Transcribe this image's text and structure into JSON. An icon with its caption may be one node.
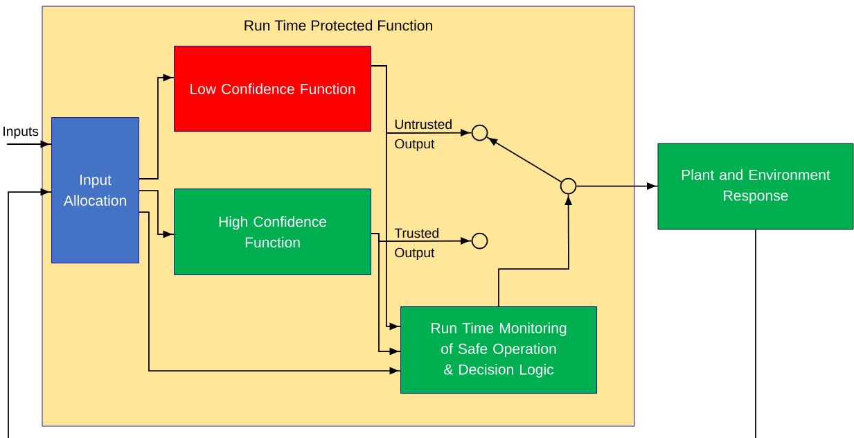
{
  "diagram": {
    "nodes": [
      {
        "text": [
          "Run Time Protected Function"
        ]
      },
      {
        "text": [
          "Input Allocation"
        ],
        "in": 0
      },
      {
        "text": [
          "Low Confidence Function"
        ],
        "in": 0
      },
      {
        "text": [
          "High Confidence Function"
        ],
        "in": 0
      },
      {
        "text": [
          "Run Time Monitoring of Safe Operation & Decision Logic"
        ],
        "in": 0
      },
      {
        "text": [],
        "shape": "circle",
        "in": 0
      },
      {
        "text": [],
        "shape": "circle",
        "in": 0
      },
      {
        "text": [],
        "shape": "circle",
        "in": 0
      },
      {
        "text": [
          "Plant and Environment Response"
        ]
      }
    ],
    "edges": [
      {
        "from": null,
        "to": 1,
        "arrow": "to",
        "label": "Inputs"
      },
      {
        "from": 1,
        "to": 2,
        "arrow": "to"
      },
      {
        "from": 1,
        "to": 3,
        "arrow": "to"
      },
      {
        "from": 1,
        "to": 4,
        "arrow": "to"
      },
      {
        "from": 2,
        "to": 5,
        "arrow": "to",
        "label": "Untrusted Output"
      },
      {
        "from": 2,
        "to": 4,
        "arrow": "to"
      },
      {
        "from": 3,
        "to": 6,
        "arrow": "to",
        "label": "Trusted Output"
      },
      {
        "from": 3,
        "to": 4,
        "arrow": "to"
      },
      {
        "from": 4,
        "to": 7,
        "arrow": "to"
      },
      {
        "from": 7,
        "to": 5,
        "arrow": "to"
      },
      {
        "from": 7,
        "to": 8,
        "arrow": "to"
      },
      {
        "from": 8,
        "to": 1,
        "arrow": "to"
      }
    ]
  }
}
